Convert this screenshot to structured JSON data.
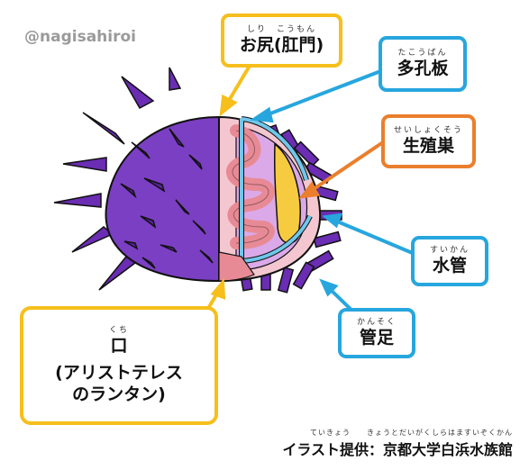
{
  "watermark": "@nagisahiroi",
  "labels": {
    "anus": {
      "ruby": "しり　こうもん",
      "main": "お尻(肛門)"
    },
    "madreporite": {
      "ruby": "たこうばん",
      "main": "多孔板"
    },
    "gonad": {
      "ruby": "せいしょくそう",
      "main": "生殖巣"
    },
    "water_vessel": {
      "ruby": "すいかん",
      "main": "水管"
    },
    "tube_foot": {
      "ruby": "かんそく",
      "main": "管足"
    },
    "mouth": {
      "ruby": "くち",
      "main": "口",
      "line2": "(アリストテレス",
      "line3": "のランタン)"
    }
  },
  "credit": {
    "ruby": "ていきょう　　きょうとだいがくしらはますいぞくかん",
    "text": "イラスト提供：京都大学白浜水族館"
  },
  "colors": {
    "shell": "#7b3fc3",
    "spine": "#6a2db3",
    "yellow": "#f6bf1c",
    "blue": "#27a6de",
    "orange": "#ea7f2d"
  }
}
